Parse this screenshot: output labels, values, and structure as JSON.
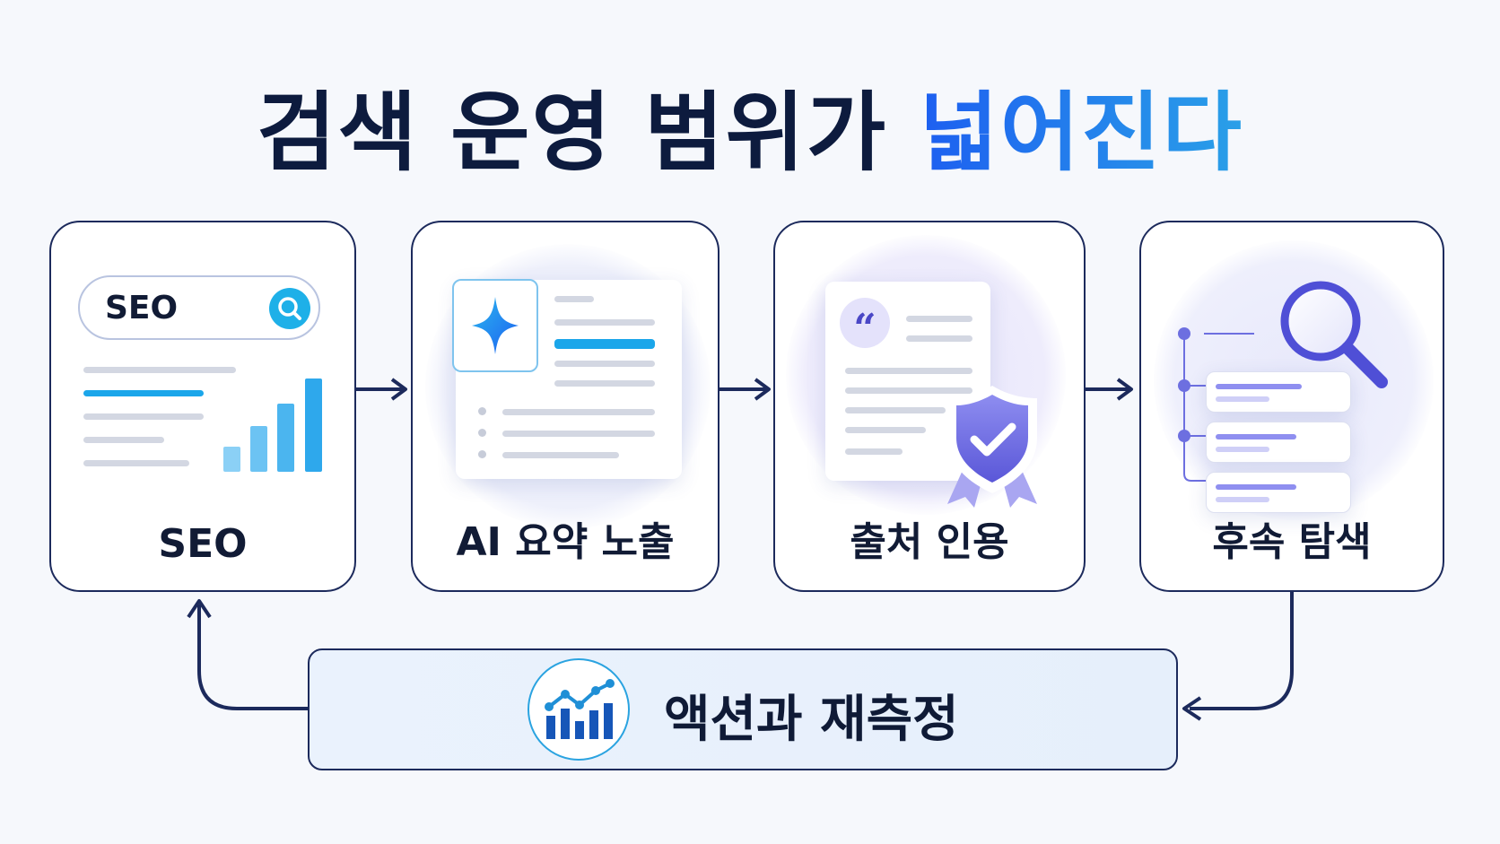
{
  "title": {
    "main": "검색 운영 범위가 ",
    "highlight": "넓어진다"
  },
  "cards": [
    {
      "label": "SEO",
      "search_text": "SEO"
    },
    {
      "label": "AI 요약 노출"
    },
    {
      "label": "출처 인용"
    },
    {
      "label": "후속 탐색"
    }
  ],
  "feedback": {
    "label": "액션과 재측정"
  },
  "colors": {
    "navy": "#0d1b3e",
    "blue": "#1d5ff0",
    "sky": "#2aa3e0",
    "purple": "#6d6fe0"
  },
  "icons": [
    "search-icon",
    "sparkle-icon",
    "quote-icon",
    "shield-check-icon",
    "magnifier-icon",
    "trend-chart-icon"
  ]
}
